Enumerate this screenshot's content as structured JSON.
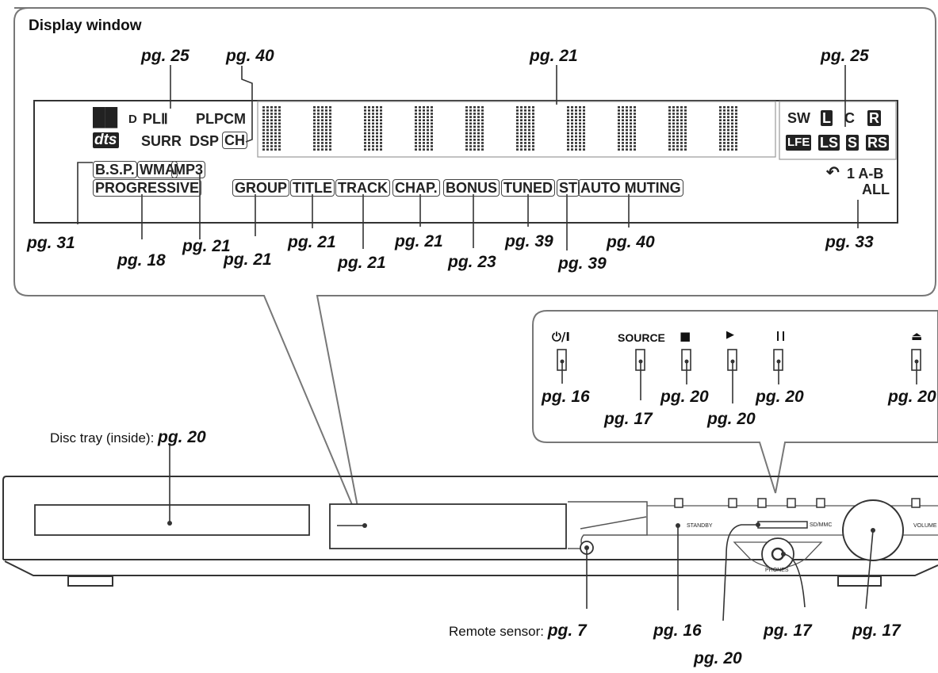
{
  "display_window": {
    "title": "Display window",
    "indicators": {
      "dolby_digital": "D",
      "pl2": "PLⅡ",
      "plpcm": "PLPCM",
      "dts": "dts",
      "surr": "SURR",
      "dsp": "DSP",
      "ch": "CH",
      "bsp": "B.S.P.",
      "wma": "WMA",
      "mp3": "MP3",
      "progressive": "PROGRESSIVE",
      "group": "GROUP",
      "title": "TITLE",
      "track": "TRACK",
      "chap": "CHAP.",
      "bonus": "BONUS",
      "tuned": "TUNED",
      "st": "ST",
      "auto_muting": "AUTO MUTING",
      "sw": "SW",
      "l": "L",
      "c": "C",
      "r": "R",
      "lfe": "LFE",
      "ls": "LS",
      "s": "S",
      "rs": "RS",
      "repeat": "1 A-B",
      "all": "ALL"
    },
    "refs": {
      "pl": "pg. 25",
      "ch": "pg. 40",
      "matrix": "pg. 21",
      "channels": "pg. 25",
      "bsp": "pg. 31",
      "progressive": "pg. 18",
      "wma": "pg. 21",
      "group": "pg. 21",
      "title": "pg. 21",
      "track": "pg. 21",
      "chap": "pg. 21",
      "bonus": "pg. 23",
      "tuned": "pg. 39",
      "st": "pg. 39",
      "auto_muting": "pg. 40",
      "repeat": "pg. 33"
    }
  },
  "buttons": {
    "power": "⏻/I",
    "source": "SOURCE",
    "stop": "■",
    "play": "▶",
    "pause": "❙❙",
    "eject": "⏏",
    "refs": {
      "power": "pg. 16",
      "source": "pg. 17",
      "stop": "pg. 20",
      "play": "pg. 20",
      "pause": "pg. 20",
      "eject": "pg. 20"
    }
  },
  "front_panel": {
    "disc_tray_label": "Disc tray (inside): ",
    "disc_tray_ref": "pg. 20",
    "remote_sensor_label": "Remote sensor: ",
    "remote_sensor_ref": "pg. 7",
    "standby_ref": "pg. 16",
    "sdmmc_ref": "pg. 20",
    "phones_ref": "pg. 17",
    "volume_ref": "pg. 17",
    "standby_text": "STANDBY",
    "sdmmc_text": "SD/MMC",
    "phones_text": "PHONES",
    "volume_text": "VOLUME"
  }
}
